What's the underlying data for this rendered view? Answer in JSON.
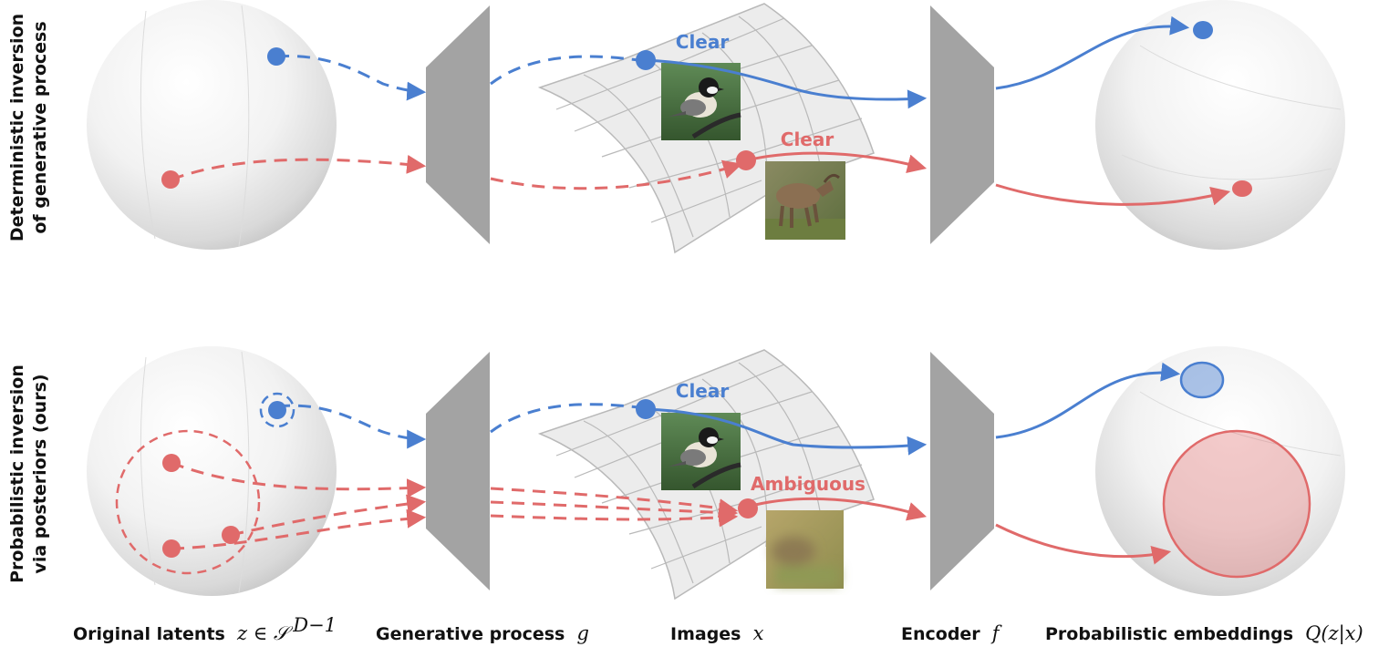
{
  "row_labels": {
    "top": [
      "Deterministic inversion",
      "of generative process"
    ],
    "bottom": [
      "Probabilistic inversion",
      "via posteriors (ours)"
    ]
  },
  "column_labels": [
    {
      "text": "Original latents",
      "math": "z ∈ 𝒮",
      "sup": "D−1"
    },
    {
      "text": "Generative process",
      "math": "g"
    },
    {
      "text": "Images",
      "math": "x"
    },
    {
      "text": "Encoder",
      "math": "f"
    },
    {
      "text": "Probabilistic embeddings",
      "math": "Q(z|x)"
    }
  ],
  "annotations": {
    "top_blue": "Clear",
    "top_red": "Clear",
    "bottom_blue": "Clear",
    "bottom_red": "Ambiguous"
  },
  "colors": {
    "blue": "#4a7fd0",
    "red": "#e06a6a",
    "trapezoid": "#a3a3a3",
    "grid": "#b9b9b9",
    "surface": "#ededed"
  }
}
